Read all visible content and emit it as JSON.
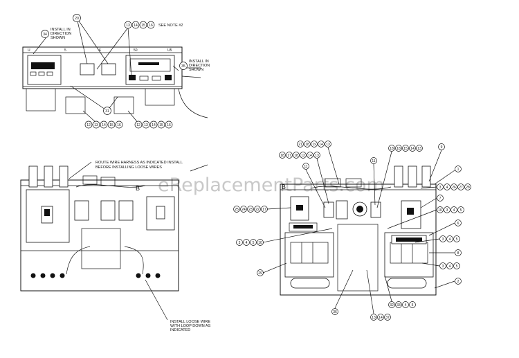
{
  "watermark": "eReplacementParts.com",
  "notes": {
    "see_note": "SEE NOTE #2",
    "install_direction_left": [
      "INSTALL IN",
      "DIRECTION",
      "SHOWN"
    ],
    "install_direction_right": [
      "INSTALL IN",
      "DIRECTION",
      "SHOWN"
    ],
    "route_harness": [
      "ROUTE WIRE HARNESS AS INDICATED INSTALL",
      "BEFORE INSTALLING LOOSE WIRES"
    ],
    "loose_wire": [
      "INSTALL LOOSE WIRE",
      "WITH LOOP DOWN AS",
      "INDICATED"
    ]
  },
  "top_panel": {
    "ticks": [
      "U",
      "5",
      "6",
      "50",
      "U5"
    ],
    "callouts": {
      "c34": "34",
      "c35": "35",
      "c20": "20",
      "top_group": [
        "13",
        "14",
        "15",
        "16"
      ],
      "c31": "31",
      "bottom_left": [
        "12",
        "13",
        "14",
        "15",
        "16"
      ],
      "bottom_right": [
        "12",
        "13",
        "14",
        "15",
        "16"
      ]
    }
  },
  "left_lower": {
    "letter_b": "B"
  },
  "right_lower": {
    "letter_b": "B",
    "callouts": {
      "row1": [
        "21",
        "18",
        "1x",
        "14",
        "13"
      ],
      "row2": [
        "18",
        "17",
        "18",
        "12",
        "14",
        "13"
      ],
      "c11a": "11",
      "c11b": "11",
      "right_top": [
        "18",
        "18",
        "15",
        "14",
        "13"
      ],
      "c9": "9",
      "c1": "1",
      "r2": [
        "3",
        "4",
        "26",
        "27",
        "28"
      ],
      "left_row": [
        "25",
        "24",
        "23",
        "22",
        "17"
      ],
      "c7": "7",
      "r10": [
        "10",
        "3",
        "4",
        "5"
      ],
      "c6": "6",
      "left_row2": [
        "3",
        "4",
        "5",
        "10"
      ],
      "r345a": [
        "3",
        "4",
        "5"
      ],
      "c8": "8",
      "c29": "29",
      "r345b": [
        "3",
        "4",
        "5"
      ],
      "c2": "2",
      "bottom_mid": [
        "32",
        "33",
        "4",
        "5"
      ],
      "c36": "36",
      "bottom_right": [
        "13",
        "14",
        "37"
      ]
    }
  }
}
